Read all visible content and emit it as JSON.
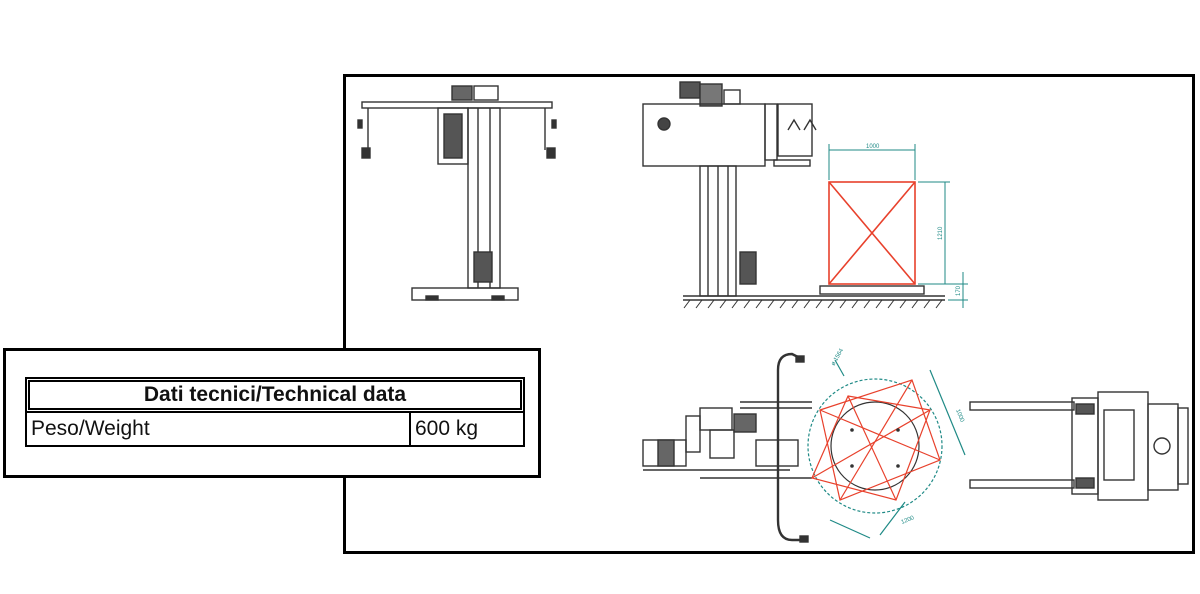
{
  "technical_data": {
    "header": "Dati tecnici/Technical data",
    "rows": [
      {
        "label": "Peso/Weight",
        "value": "600 kg"
      }
    ]
  },
  "dimensions": {
    "pallet_width": "1000",
    "pallet_height": "1210",
    "base_height": "170",
    "diagonal": "ø 1564",
    "pallet_side_a": "1000",
    "pallet_side_b": "1200"
  },
  "colors": {
    "line": "#333333",
    "pallet": "#e8412c",
    "dimension": "#1f8a86"
  }
}
